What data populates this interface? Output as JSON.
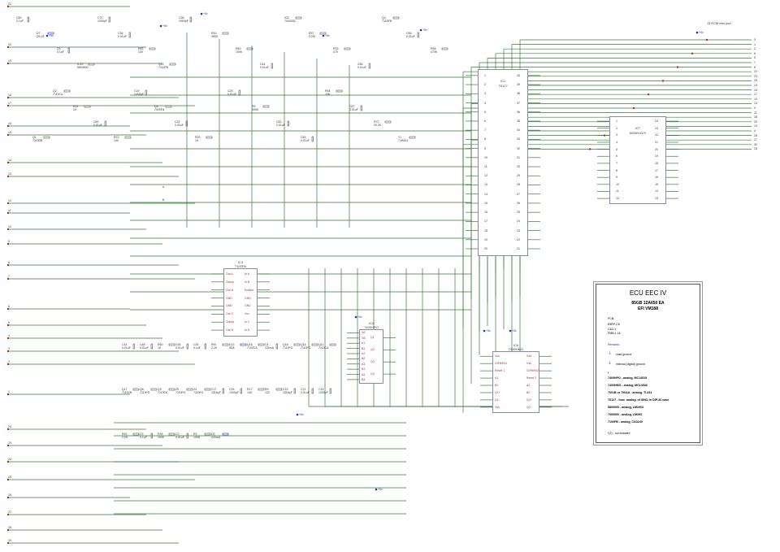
{
  "title_block": {
    "title": "ECU EEC IV",
    "part_number": "85GB 12A650 EA",
    "code": "EFI VM188",
    "pcb_label": "PCB:",
    "pcb_lines": [
      "E8RF-CD",
      "C4D-1",
      "PMB-1.16"
    ],
    "remarks_label": "Remarks:",
    "case_ground": "case ground",
    "internal_ground": "internal (digital) ground",
    "asterisk": "*",
    "analogs": [
      "7400HPO - analog, MC14519",
      "7400HMO - analog, MC14536",
      "7001B or 700AA - analog, TL431",
      "T6127 - func. analog. of i8061 in DIP-40 case",
      "5800600 - analog, LM2903",
      "7000900 - analog, LM393",
      "7100FB - analog, CA3240"
    ],
    "not_installed": "*(2) - not installed"
  },
  "connector": {
    "title": "J3 ECM test port",
    "pins": [
      "3",
      "1",
      "2",
      "6",
      "5",
      "7",
      "8",
      "22",
      "23",
      "25",
      "13",
      "15",
      "17",
      "19",
      "14",
      "9",
      "11",
      "18",
      "20",
      "10",
      "4",
      "28",
      "27",
      "30",
      "26"
    ]
  },
  "left_terminals": [
    "21",
    "20",
    "19",
    "18",
    "17",
    "16",
    "15",
    "14",
    "13",
    "12",
    "11",
    "10",
    "9",
    "8",
    "7",
    "6",
    "5",
    "4",
    "3",
    "2",
    "1",
    "24",
    "23",
    "22",
    "25",
    "26",
    "27",
    "28",
    "29"
  ],
  "colors": {
    "wire": "#3a7a3a",
    "junction": "#c02020",
    "ic_border": "#8a8aa0",
    "power": "#2030c0",
    "pin_name": "#b03030"
  },
  "ics": [
    {
      "ref": "IC1",
      "value": "T6127",
      "left": [
        "1",
        "2",
        "3",
        "4",
        "5",
        "6",
        "7",
        "8",
        "9",
        "10",
        "11",
        "12",
        "13",
        "14",
        "15",
        "16",
        "17",
        "18",
        "19",
        "20"
      ],
      "right": [
        "40",
        "39",
        "38",
        "37",
        "36",
        "35",
        "34",
        "33",
        "32",
        "31",
        "30",
        "29",
        "28",
        "27",
        "26",
        "25",
        "24",
        "23",
        "22",
        "21"
      ]
    },
    {
      "ref": "IC7",
      "value": "8008H4070",
      "left": [
        "1",
        "2",
        "3",
        "4",
        "5",
        "6",
        "7",
        "8",
        "9",
        "10",
        "11",
        "12"
      ],
      "right": [
        "24",
        "23",
        "22",
        "21",
        "20",
        "19",
        "18",
        "17",
        "16",
        "15",
        "14",
        "13"
      ]
    },
    {
      "ref": "IC3",
      "value": "7100FB",
      "left": [
        "Out A",
        "Clamp",
        "Out B",
        "GND",
        "GND",
        "Out C",
        "Clamp",
        "Out D"
      ],
      "right": [
        "In A",
        "In B",
        "Enable",
        "GND",
        "GND",
        "Vcc",
        "In C",
        "In D"
      ]
    },
    {
      "ref": "IC4",
      "value": "7400HPO",
      "left": [
        "VA",
        "VB",
        "A1",
        "B1",
        "A2",
        "B2",
        "A3",
        "B3",
        "A4",
        "B4"
      ],
      "right": [
        "Q1",
        "Q2",
        "Q3",
        "Q4"
      ]
    },
    {
      "ref": "IC6",
      "value": "7400HMO",
      "left": [
        "Vss",
        "Ct/Rt/Rx1",
        "Reset 1",
        "A1",
        "B1",
        "Q1+",
        "Q1-",
        "Vss"
      ],
      "right": [
        "Vdd",
        "Vss",
        "Ct/Rt/Rx2",
        "Reset 2",
        "A2",
        "B2",
        "Q2+",
        "Q2-"
      ]
    }
  ],
  "components": [
    {
      "ref": "C59",
      "value": "0.1uF"
    },
    {
      "ref": "D7",
      "value": "D9-4F"
    },
    {
      "ref": "C5",
      "value": "0.1uF"
    },
    {
      "ref": "IC10",
      "value": "5800600"
    },
    {
      "ref": "C70",
      "value": "1000pF"
    },
    {
      "ref": "C36",
      "value": "0.01uF"
    },
    {
      "ref": "R65",
      "value": "100"
    },
    {
      "ref": "Q12",
      "value": "7110FB"
    },
    {
      "ref": "C38",
      "value": "1000pF"
    },
    {
      "ref": "R49",
      "value": "390K"
    },
    {
      "ref": "R50",
      "value": "100K"
    },
    {
      "ref": "C44",
      "value": "0.01uF"
    },
    {
      "ref": "IC8",
      "value": "7000900"
    },
    {
      "ref": "R37",
      "value": "2.2M"
    },
    {
      "ref": "R33",
      "value": "470"
    },
    {
      "ref": "C56",
      "value": "0.01uF"
    },
    {
      "ref": "Q3",
      "value": "7110FB"
    },
    {
      "ref": "C55",
      "value": "0.01uF"
    },
    {
      "ref": "R58",
      "value": "470K"
    },
    {
      "ref": "Q1",
      "value": "7110DB"
    },
    {
      "ref": "Q2",
      "value": "7110CA"
    },
    {
      "ref": "R14",
      "value": "1K"
    },
    {
      "ref": "C50",
      "value": "0.01uF"
    },
    {
      "ref": "R23",
      "value": "100"
    },
    {
      "ref": "C19",
      "value": "1000pF"
    },
    {
      "ref": "Q5",
      "value": "7000FA"
    },
    {
      "ref": "C24",
      "value": "0.01uF"
    },
    {
      "ref": "R39",
      "value": "1K"
    },
    {
      "ref": "C25",
      "value": "0.01uF"
    },
    {
      "ref": "R5",
      "value": "390K"
    },
    {
      "ref": "C52",
      "value": "0.01uF"
    },
    {
      "ref": "C53",
      "value": "0.01uF"
    },
    {
      "ref": "R54",
      "value": "10K"
    },
    {
      "ref": "C57",
      "value": "0.01uF"
    },
    {
      "ref": "R72",
      "value": "20.2K"
    },
    {
      "ref": "Y1",
      "value": "7.5MGz"
    },
    {
      "ref": "C14",
      "value": "0.01uF"
    },
    {
      "ref": "C48",
      "value": "0.01uF"
    },
    {
      "ref": "R60",
      "value": "1K"
    },
    {
      "ref": "C35",
      "value": "0.01uF"
    },
    {
      "ref": "C34",
      "value": "0.1uF"
    },
    {
      "ref": "R91",
      "value": "2.2K"
    },
    {
      "ref": "D13",
      "value": "9D8"
    },
    {
      "ref": "Q16",
      "value": "7100CA"
    },
    {
      "ref": "C4",
      "value": "220mA"
    },
    {
      "ref": "Q15",
      "value": "7110FG"
    },
    {
      "ref": "Q14",
      "value": "7110FG"
    },
    {
      "ref": "Q11",
      "value": "7110CA"
    },
    {
      "ref": "Q17",
      "value": "7110CB"
    },
    {
      "ref": "Q6",
      "value": "7110FG"
    },
    {
      "ref": "Q9",
      "value": "7110CA"
    },
    {
      "ref": "Z5",
      "value": "7110FG"
    },
    {
      "ref": "Z4",
      "value": "7110FG"
    },
    {
      "ref": "C17",
      "value": "1000pF"
    },
    {
      "ref": "C15",
      "value": "1000pF"
    },
    {
      "ref": "R17",
      "value": "10K"
    },
    {
      "ref": "R9",
      "value": "120"
    },
    {
      "ref": "C23",
      "value": "1000pF"
    },
    {
      "ref": "C21",
      "value": "0.01uF"
    },
    {
      "ref": "C16",
      "value": "1000pF"
    },
    {
      "ref": "R92",
      "value": "2.2K"
    },
    {
      "ref": "C9",
      "value": "0.1uF"
    },
    {
      "ref": "R35",
      "value": "100K"
    },
    {
      "ref": "C3",
      "value": "0.01uF"
    },
    {
      "ref": "R3",
      "value": "100K"
    },
    {
      "ref": "D3",
      "value": "220mA"
    }
  ],
  "power_label": "+5v",
  "testpoint_labels": [
    "A",
    "B"
  ]
}
